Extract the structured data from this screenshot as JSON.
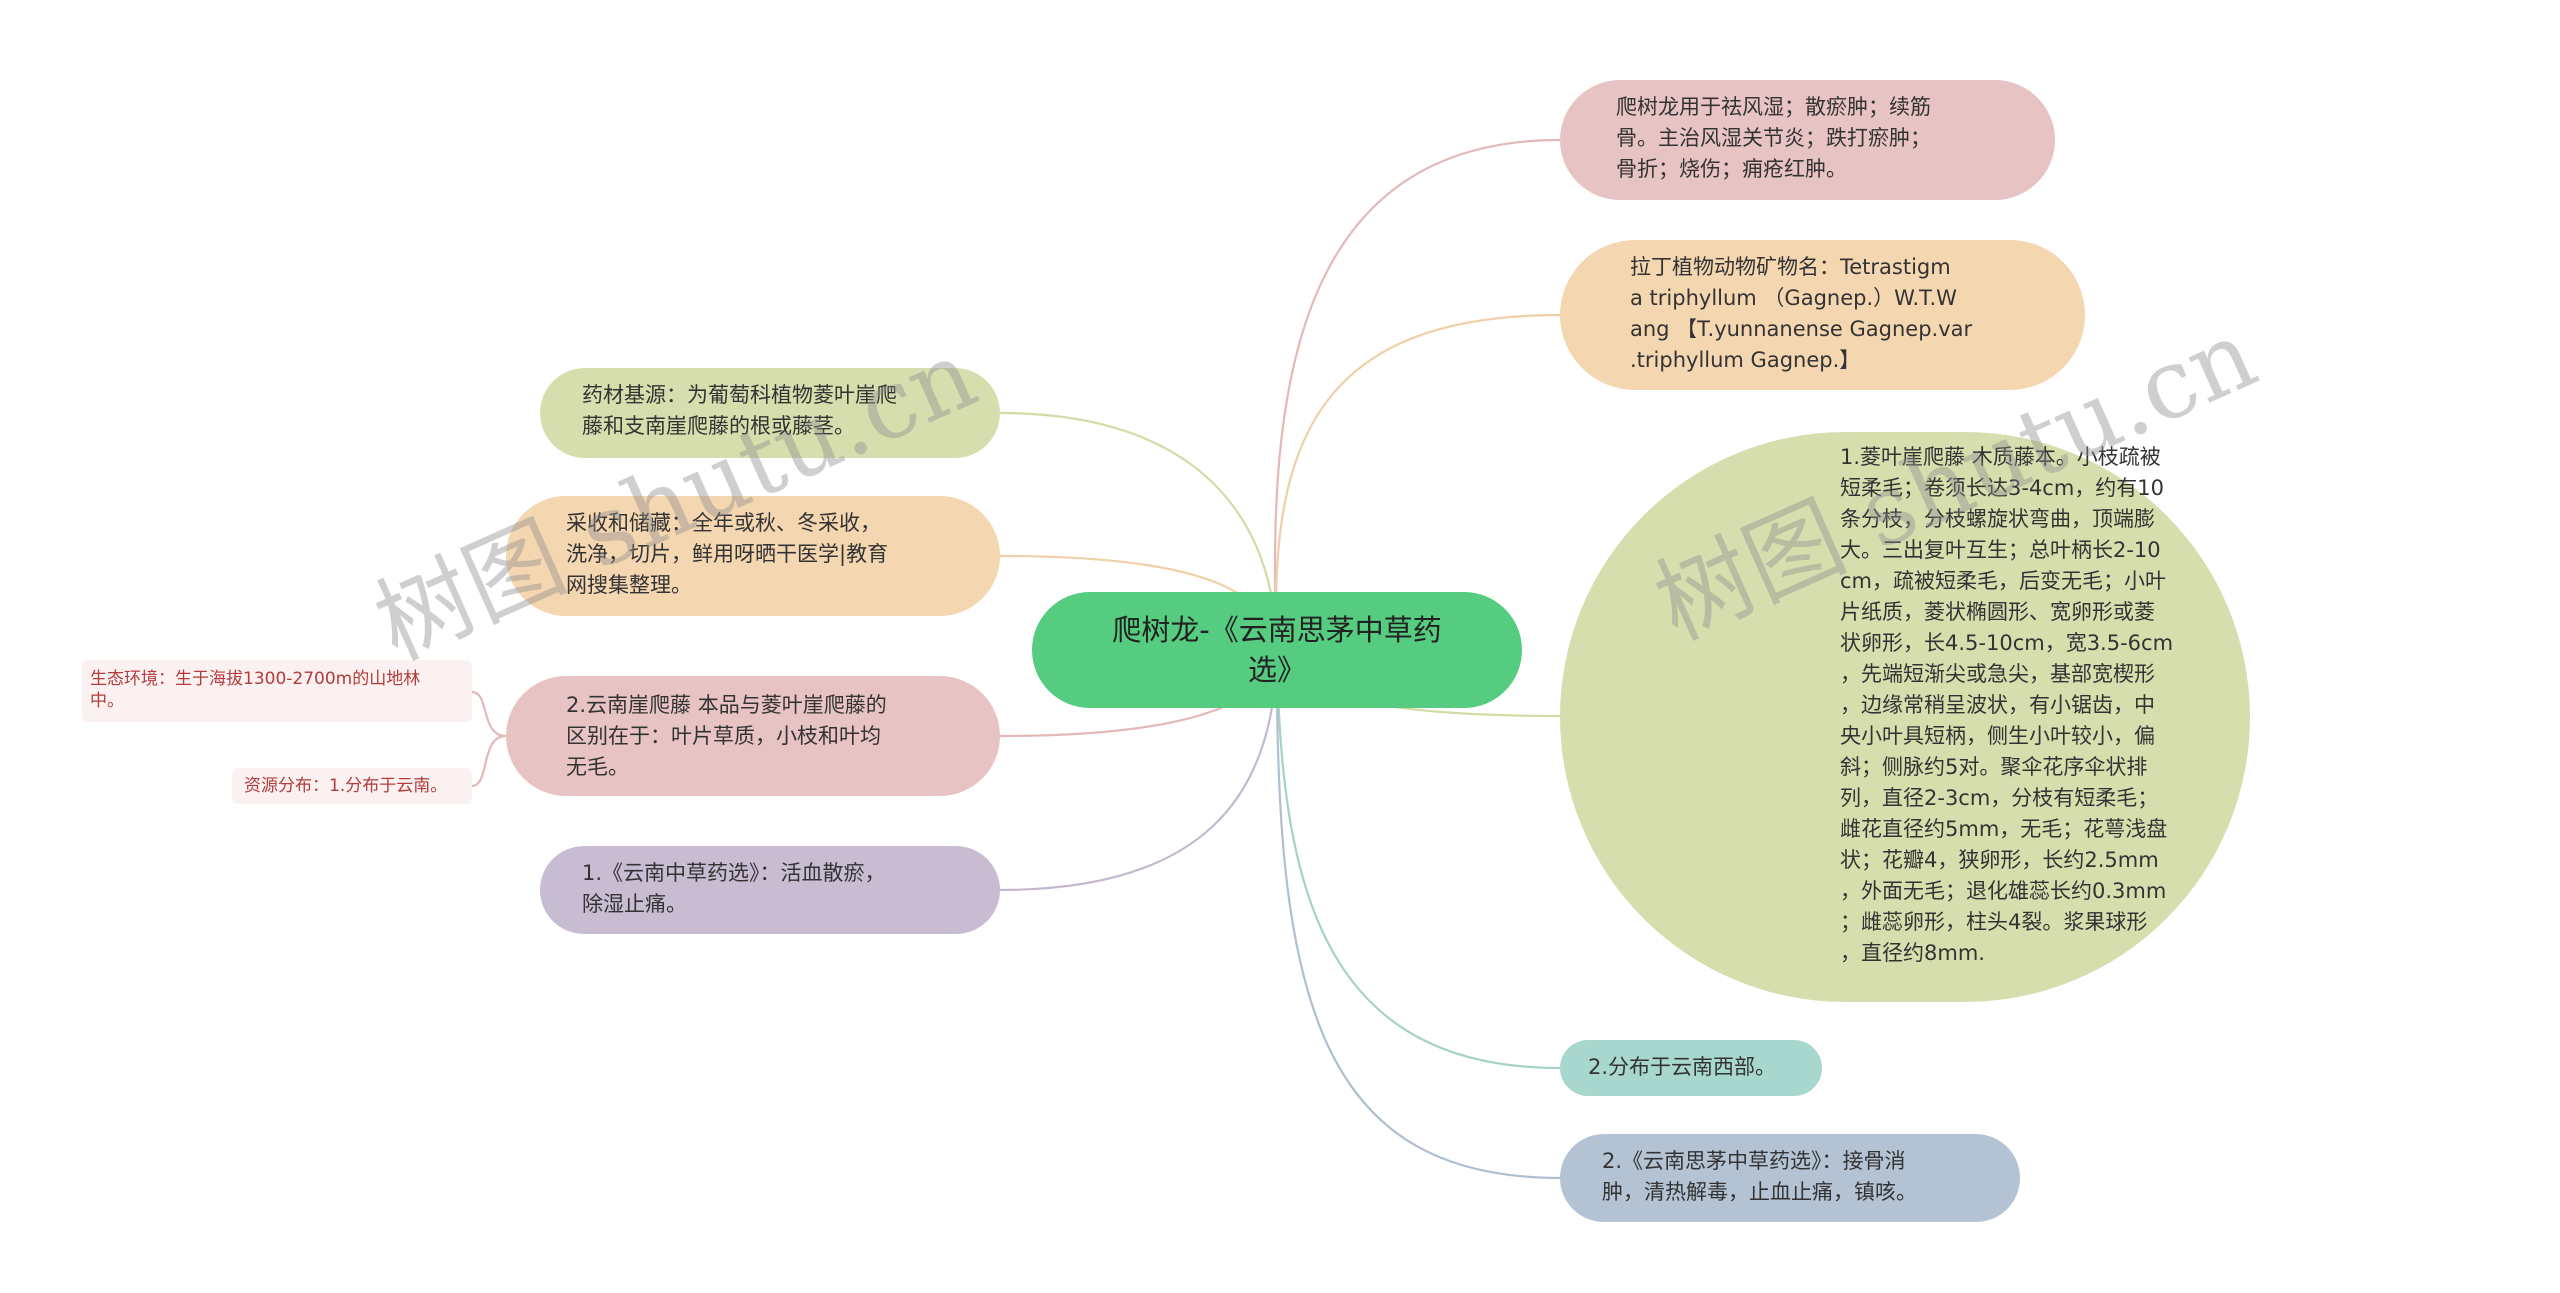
{
  "root": {
    "line1": "爬树龙-《云南思茅中草药",
    "line2": "选》"
  },
  "right_nodes": [
    {
      "lines": [
        "爬树龙用于祛风湿；散瘀肿；续筋",
        "骨。主治风湿关节炎；跌打瘀肿；",
        "骨折；烧伤；痈疮红肿。"
      ]
    },
    {
      "lines": [
        "拉丁植物动物矿物名：Tetrastigm",
        "a triphyllum （Gagnep.）W.T.W",
        "ang 【T.yunnanense Gagnep.var",
        ".triphyllum Gagnep.】"
      ]
    },
    {
      "lines": [
        "1.菱叶崖爬藤 木质藤本。小枝疏被",
        "短柔毛；卷须长达3-4cm，约有10",
        "条分枝，分枝螺旋状弯曲，顶端膨",
        "大。三出复叶互生；总叶柄长2-10",
        "cm，疏被短柔毛，后变无毛；小叶",
        "片纸质，菱状椭圆形、宽卵形或菱",
        "状卵形，长4.5-10cm，宽3.5-6cm",
        "，先端短渐尖或急尖，基部宽楔形",
        "，边缘常稍呈波状，有小锯齿，中",
        "央小叶具短柄，侧生小叶较小，偏",
        "斜；侧脉约5对。聚伞花序伞状排",
        "列，直径2-3cm，分枝有短柔毛；",
        "雌花直径约5mm，无毛；花萼浅盘",
        "状；花瓣4，狭卵形，长约2.5mm",
        "，外面无毛；退化雄蕊长约0.3mm",
        "；雌蕊卵形，柱头4裂。浆果球形",
        "，直径约8mm."
      ]
    },
    {
      "lines": [
        "2.分布于云南西部。"
      ]
    },
    {
      "lines": [
        "2.《云南思茅中草药选》：接骨消",
        "肿，清热解毒，止血止痛，镇咳。"
      ]
    }
  ],
  "left_nodes": [
    {
      "lines": [
        "药材基源：为葡萄科植物菱叶崖爬",
        "藤和支南崖爬藤的根或藤茎。"
      ]
    },
    {
      "lines": [
        "采收和储藏：全年或秋、冬采收，",
        "洗净，切片，鲜用呀晒干医学|教育",
        "网搜集整理。"
      ]
    },
    {
      "lines": [
        "2.云南崖爬藤 本品与菱叶崖爬藤的",
        "区别在于：叶片草质，小枝和叶均",
        "无毛。"
      ]
    },
    {
      "lines": [
        "1.《云南中草药选》：活血散瘀，",
        "除湿止痛。"
      ]
    }
  ],
  "sub_nodes": [
    {
      "lines": [
        "生态环境：生于海拔1300-2700m的山地林",
        "中。"
      ]
    },
    {
      "lines": [
        "资源分布：1.分布于云南。"
      ]
    }
  ],
  "colors": {
    "root": "#55cc80",
    "pink": "#e8c3c3",
    "orange": "#f4d6b1",
    "olive": "#d7deae",
    "teal": "#a7d7cd",
    "blue": "#b4c3d4",
    "purple": "#c8bcd3"
  }
}
